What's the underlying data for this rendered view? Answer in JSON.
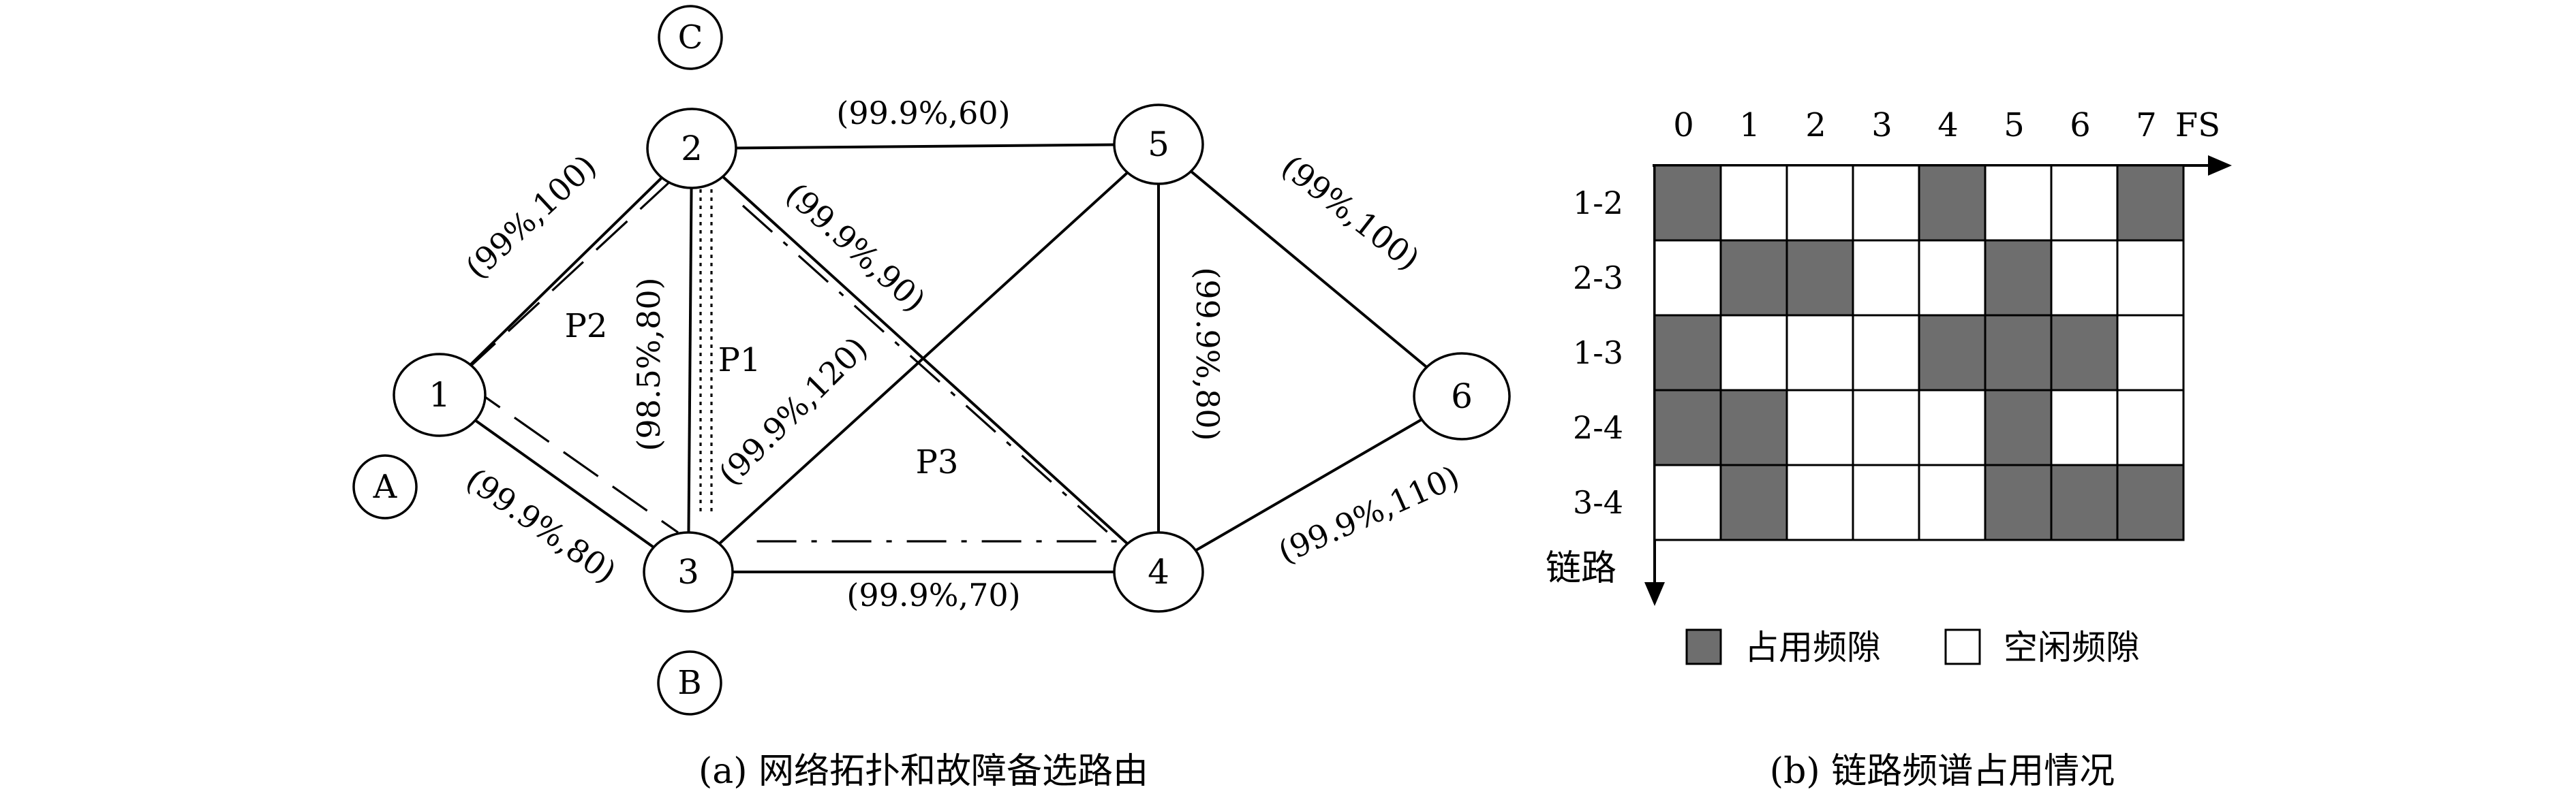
{
  "network": {
    "nodes": [
      {
        "id": "1",
        "label": "1"
      },
      {
        "id": "2",
        "label": "2"
      },
      {
        "id": "3",
        "label": "3"
      },
      {
        "id": "4",
        "label": "4"
      },
      {
        "id": "5",
        "label": "5"
      },
      {
        "id": "6",
        "label": "6"
      }
    ],
    "extra_labels": [
      {
        "label": "A",
        "near": "1"
      },
      {
        "label": "B",
        "near": "3"
      },
      {
        "label": "C",
        "near": "2"
      }
    ],
    "edges": [
      {
        "from": "1",
        "to": "2",
        "label": "(99%,100)"
      },
      {
        "from": "1",
        "to": "3",
        "label": "(99.9%,80)"
      },
      {
        "from": "2",
        "to": "3",
        "label": "(98.5%,80)"
      },
      {
        "from": "2",
        "to": "5",
        "label": "(99.9%,60)"
      },
      {
        "from": "2",
        "to": "4",
        "label": "(99.9%,90)"
      },
      {
        "from": "3",
        "to": "5",
        "label": "(99.9%,120)"
      },
      {
        "from": "3",
        "to": "4",
        "label": "(99.9%,70)"
      },
      {
        "from": "5",
        "to": "4",
        "label": "(99.9%,80)"
      },
      {
        "from": "5",
        "to": "6",
        "label": "(99%,100)"
      },
      {
        "from": "4",
        "to": "6",
        "label": "(99.9%,110)"
      }
    ],
    "paths": [
      {
        "label": "P1",
        "style": "dotted"
      },
      {
        "label": "P2",
        "style": "dashed"
      },
      {
        "label": "P3",
        "style": "dash-dot"
      }
    ],
    "caption": "(a) 网络拓扑和故障备选路由"
  },
  "spectrum": {
    "fs_axis_label": "FS",
    "link_axis_label": "链路",
    "columns": [
      "0",
      "1",
      "2",
      "3",
      "4",
      "5",
      "6",
      "7"
    ],
    "rows": [
      {
        "link": "1-2",
        "occupied": [
          1,
          0,
          0,
          0,
          1,
          0,
          0,
          1
        ]
      },
      {
        "link": "2-3",
        "occupied": [
          0,
          1,
          1,
          0,
          0,
          1,
          0,
          0
        ]
      },
      {
        "link": "1-3",
        "occupied": [
          1,
          0,
          0,
          0,
          1,
          1,
          1,
          0
        ]
      },
      {
        "link": "2-4",
        "occupied": [
          1,
          1,
          0,
          0,
          0,
          1,
          0,
          0
        ]
      },
      {
        "link": "3-4",
        "occupied": [
          0,
          1,
          0,
          0,
          0,
          1,
          1,
          1
        ]
      }
    ],
    "legend": {
      "occupied": "占用频隙",
      "free": "空闲频隙"
    },
    "colors": {
      "occupied": "#6e6e6e",
      "free": "#ffffff"
    },
    "caption": "(b) 链路频谱占用情况"
  }
}
